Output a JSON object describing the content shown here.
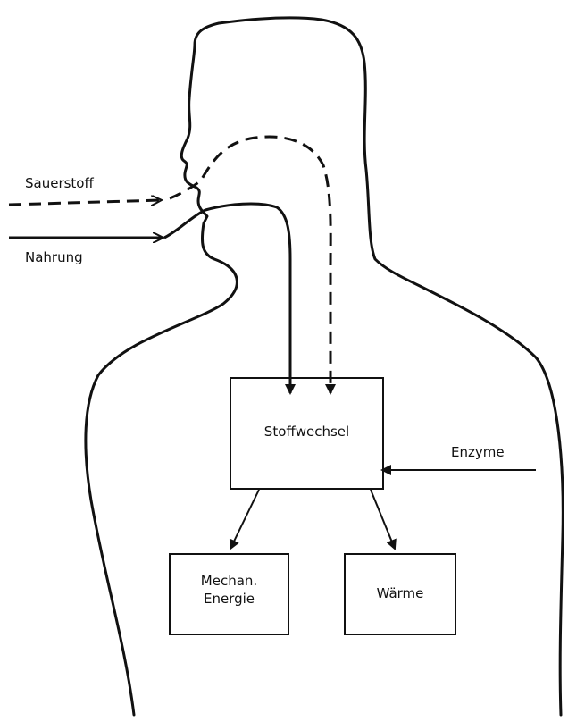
{
  "labels": {
    "sauerstoff": "Sauerstoff",
    "nahrung": "Nahrung",
    "stoffwechsel": "Stoffwechsel",
    "enzyme": "Enzyme",
    "mechan_line1": "Mechan.",
    "mechan_line2": "Energie",
    "waerme": "Wärme"
  },
  "colors": {
    "ink": "#111111",
    "background": "#ffffff"
  }
}
